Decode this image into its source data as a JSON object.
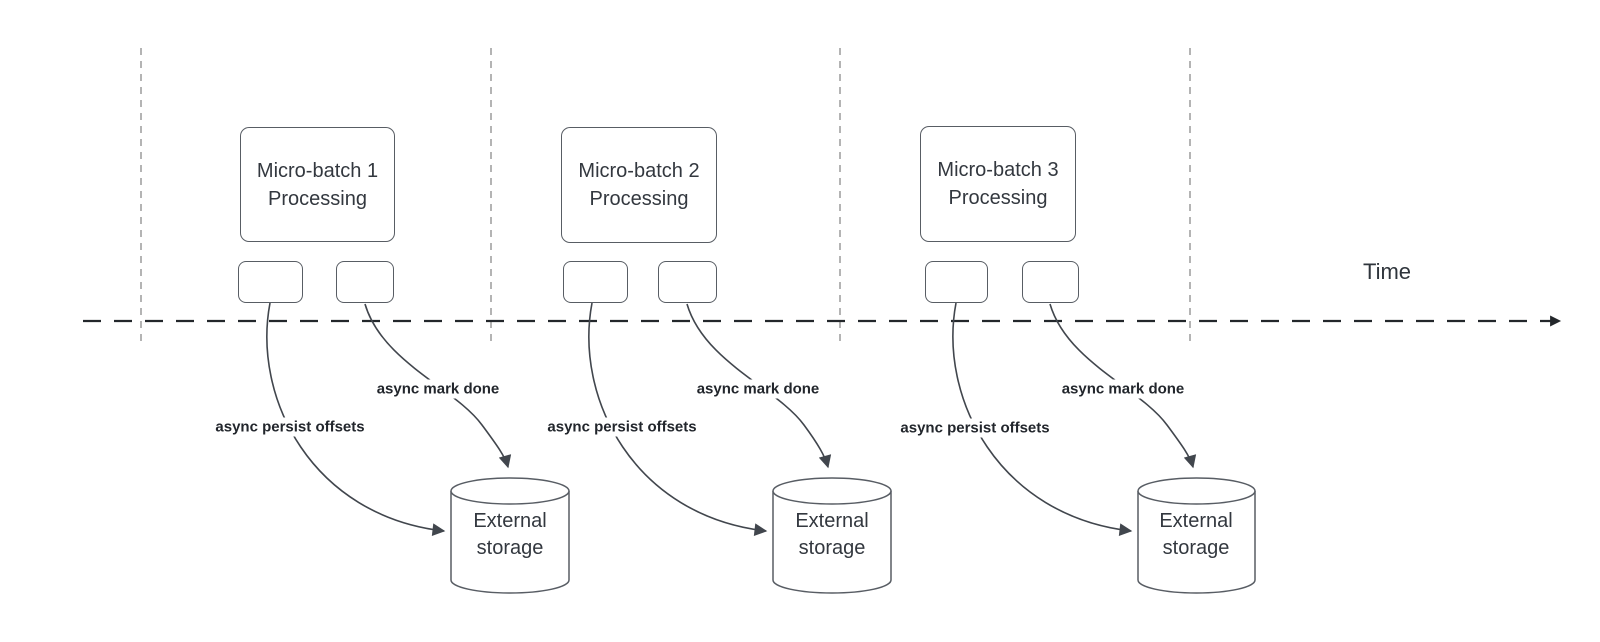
{
  "diagram": {
    "time_axis_label": "Time"
  },
  "colors": {
    "background": "#ffffff",
    "shape_border": "#585d64",
    "connector_stroke": "#41464d",
    "time_axis_stroke": "#23272b",
    "guide_line": "#b4b4b4",
    "title_text": "#33383f",
    "label_text": "#22262c"
  },
  "groups": [
    {
      "title": "Micro-batch 1 Processing",
      "persist_label": "async persist offsets",
      "mark_label": "async mark done",
      "storage_label": "External storage"
    },
    {
      "title": "Micro-batch 2 Processing",
      "persist_label": "async persist offsets",
      "mark_label": "async mark done",
      "storage_label": "External storage"
    },
    {
      "title": "Micro-batch 3 Processing",
      "persist_label": "async persist offsets",
      "mark_label": "async mark done",
      "storage_label": "External storage"
    }
  ]
}
